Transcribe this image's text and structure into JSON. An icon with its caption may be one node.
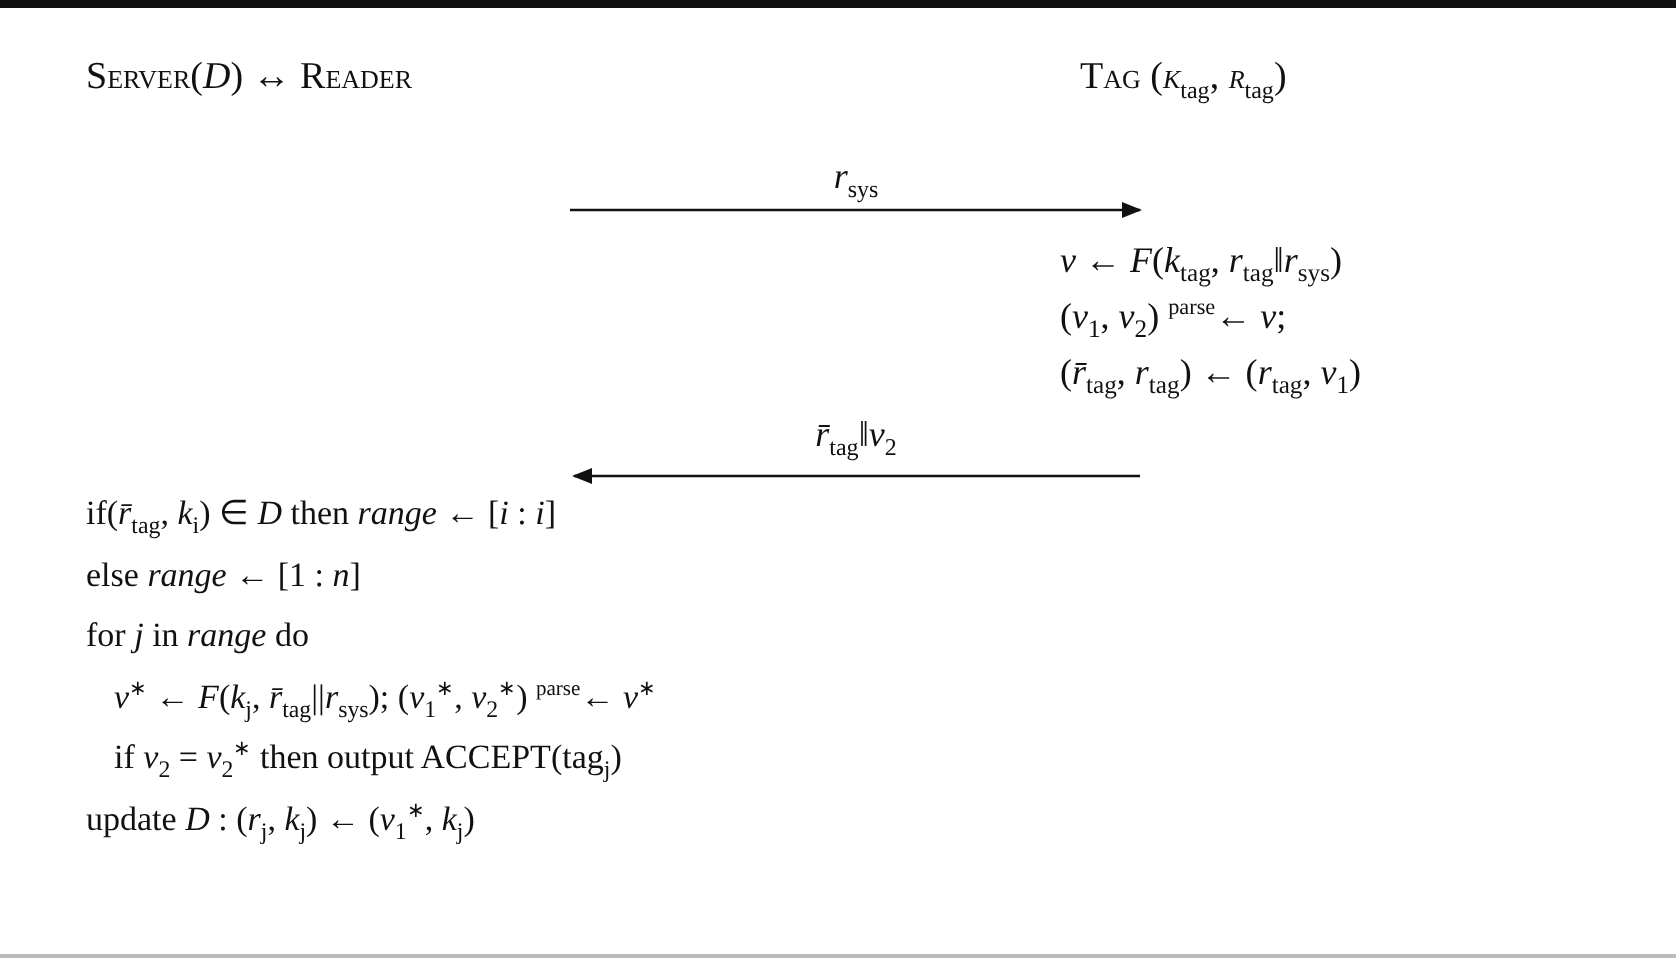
{
  "diagram": {
    "nodes": [
      {
        "text": [
          "Server(*D*) ↔ Reader"
        ]
      },
      {
        "text": [
          "Tag (*k*$_{tag}$, *r*$_{tag}$)"
        ]
      },
      {
        "text": [
          "*v* ← *F*(*k*$_{tag}$, *r*$_{tag}$‖*r*$_{sys}$)",
          "(*v*$_{1}$, *v*$_{2}$) $^{parse}$← *v*;",
          "(*r̄*$_{tag}$, *r*$_{tag}$) ← (*r*$_{tag}$, *v*$_{1}$)"
        ]
      },
      {
        "text": [
          "if(*r̄*$_{tag}$, *k*$_{i}$) ∈ *D* then *range* ← [*i* : *i*]",
          "else *range* ← [1 : *n*]",
          "for *j* in *range* do",
          "*v*$^{∗}$ ← *F*(*k*$_{j}$, *r̄*$_{tag}$||*r*$_{sys}$); (*v*$_{1}$$^{∗}$, *v*$_{2}$$^{∗}$) $^{parse}$← *v*$^{∗}$",
          "if *v*$_{2}$ = *v*$_{2}$$^{∗}$ then output ACCEPT(tag$_{j}$)",
          "update *D* : (*r*$_{j}$, *k*$_{j}$) ← (*v*$_{1}$$^{∗}$, *k*$_{j}$)"
        ]
      }
    ],
    "edges": [
      {
        "from": null,
        "to": 2,
        "arrow": "to",
        "label": "*r*$_{sys}$"
      },
      {
        "from": 2,
        "to": 3,
        "arrow": "to",
        "label": "*r̄*$_{tag}$‖*v*$_{2}$"
      }
    ]
  }
}
